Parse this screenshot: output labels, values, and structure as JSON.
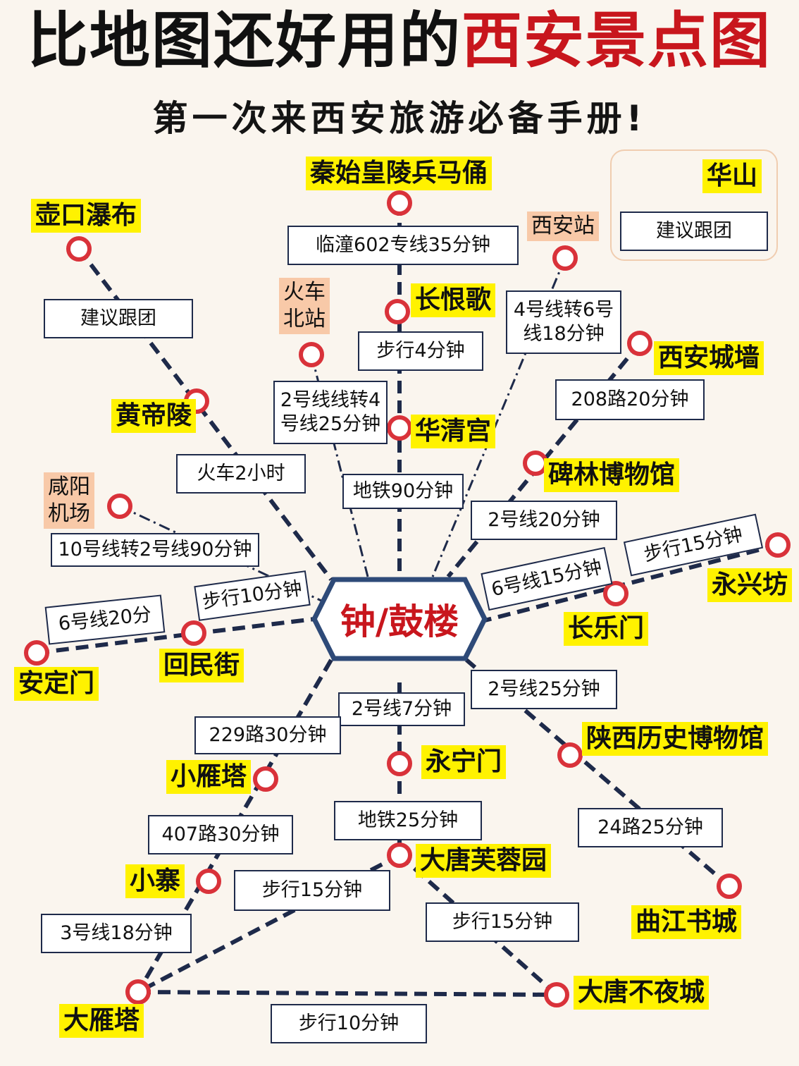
{
  "header": {
    "title_main": "比地图还好用的",
    "title_accent": "西安景点图",
    "subtitle": "第一次来西安旅游必备手册!"
  },
  "colors": {
    "accent_red": "#c8161d",
    "line_navy": "#1e2a4a",
    "highlight_yellow": "#fff200",
    "station_peach": "#f8c9a8",
    "node_red": "#d9323a",
    "mountain_orange": "#c8571b"
  },
  "hub": {
    "label": "钟/鼓楼"
  },
  "legend": {
    "mountain_label": "华山",
    "note": "建议跟团",
    "icon": "triangle-mountain-icon"
  },
  "spots": {
    "terracotta": "秦始皇陵兵马俑",
    "hukou": "壶口瀑布",
    "changhenge": "长恨歌",
    "huangdiling": "黄帝陵",
    "huaqing": "华清宫",
    "citywall": "西安城墙",
    "beilin": "碑林博物馆",
    "yongxingfang": "永兴坊",
    "changlemen": "长乐门",
    "huimin": "回民街",
    "anding": "安定门",
    "shaanxi_museum": "陕西历史博物馆",
    "yongning": "永宁门",
    "small_goose": "小雁塔",
    "datang_furong": "大唐芙蓉园",
    "xiaozhai": "小寨",
    "qujiang": "曲江书城",
    "datang_buye": "大唐不夜城",
    "big_goose": "大雁塔"
  },
  "stations": {
    "xian_station": "西安站",
    "north_station": "火车\n北站",
    "xianyang_airport": "咸阳\n机场"
  },
  "routes": {
    "r1": "临潼602专线35分钟",
    "r2": "建议跟团",
    "r3": "步行4分钟",
    "r4": "4号线转6号\n线18分钟",
    "r5": "2号线线转4\n号线25分钟",
    "r6": "208路20分钟",
    "r7": "火车2小时",
    "r8": "地铁90分钟",
    "r9": "2号线20分钟",
    "r10": "10号线转2号线90分钟",
    "r11": "步行15分钟",
    "r12": "6号线15分钟",
    "r13": "步行10分钟",
    "r14": "6号线20分",
    "r15": "2号线25分钟",
    "r16": "2号线7分钟",
    "r17": "229路30分钟",
    "r18": "地铁25分钟",
    "r19": "407路30分钟",
    "r20": "24路25分钟",
    "r21": "步行15分钟",
    "r22": "步行15分钟",
    "r23": "3号线18分钟",
    "r24": "步行10分钟"
  }
}
